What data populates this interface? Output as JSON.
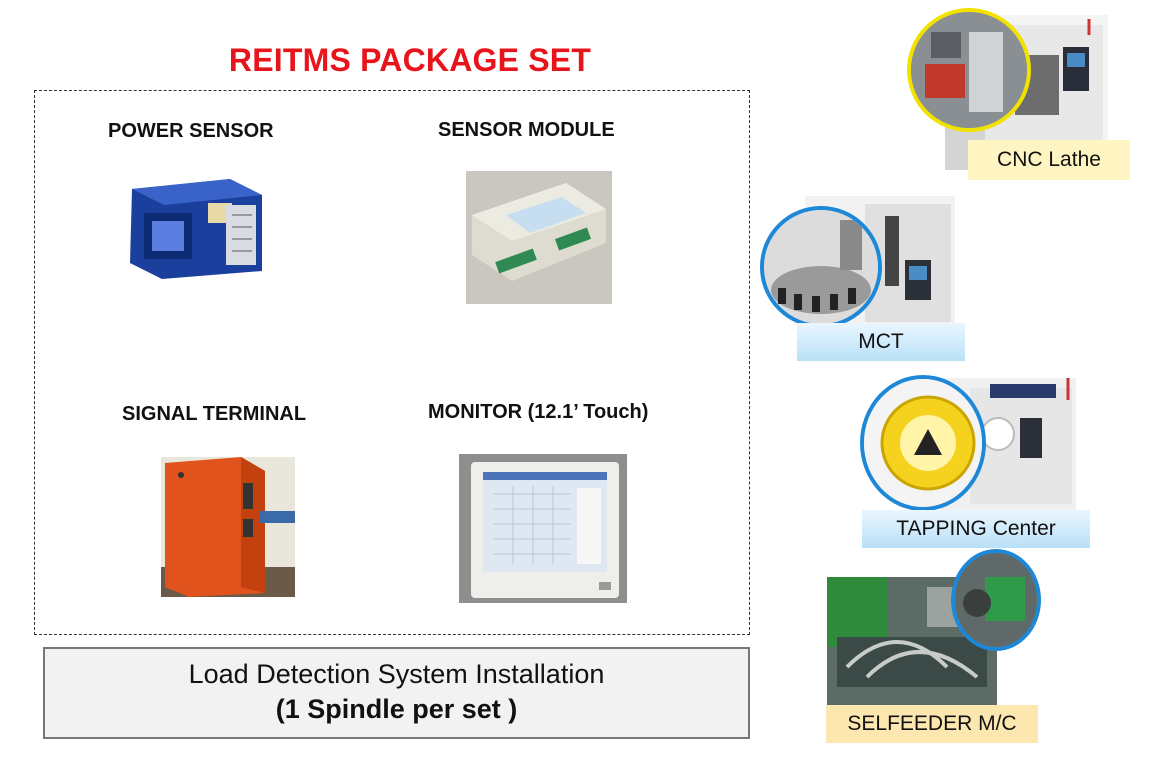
{
  "title": "REITMS PACKAGE SET",
  "package_items": [
    {
      "label": "POWER SENSOR"
    },
    {
      "label": "SENSOR MODULE"
    },
    {
      "label": "SIGNAL TERMINAL"
    },
    {
      "label": "MONITOR (12.1’ Touch)"
    }
  ],
  "installation": {
    "line1": "Load Detection System Installation",
    "line2": "(1 Spindle per set )"
  },
  "machines": [
    {
      "label": "CNC Lathe"
    },
    {
      "label": "MCT"
    },
    {
      "label": "TAPPING Center"
    },
    {
      "label": "SELFEEDER M/C"
    }
  ],
  "colors": {
    "title_red": "#e8141c",
    "label_yellow": "#fff5c2",
    "label_blue": "#b9e0f7",
    "label_gold": "#fde7b0",
    "circle_yellow": "#f2e200",
    "circle_blue": "#1e88d8"
  }
}
